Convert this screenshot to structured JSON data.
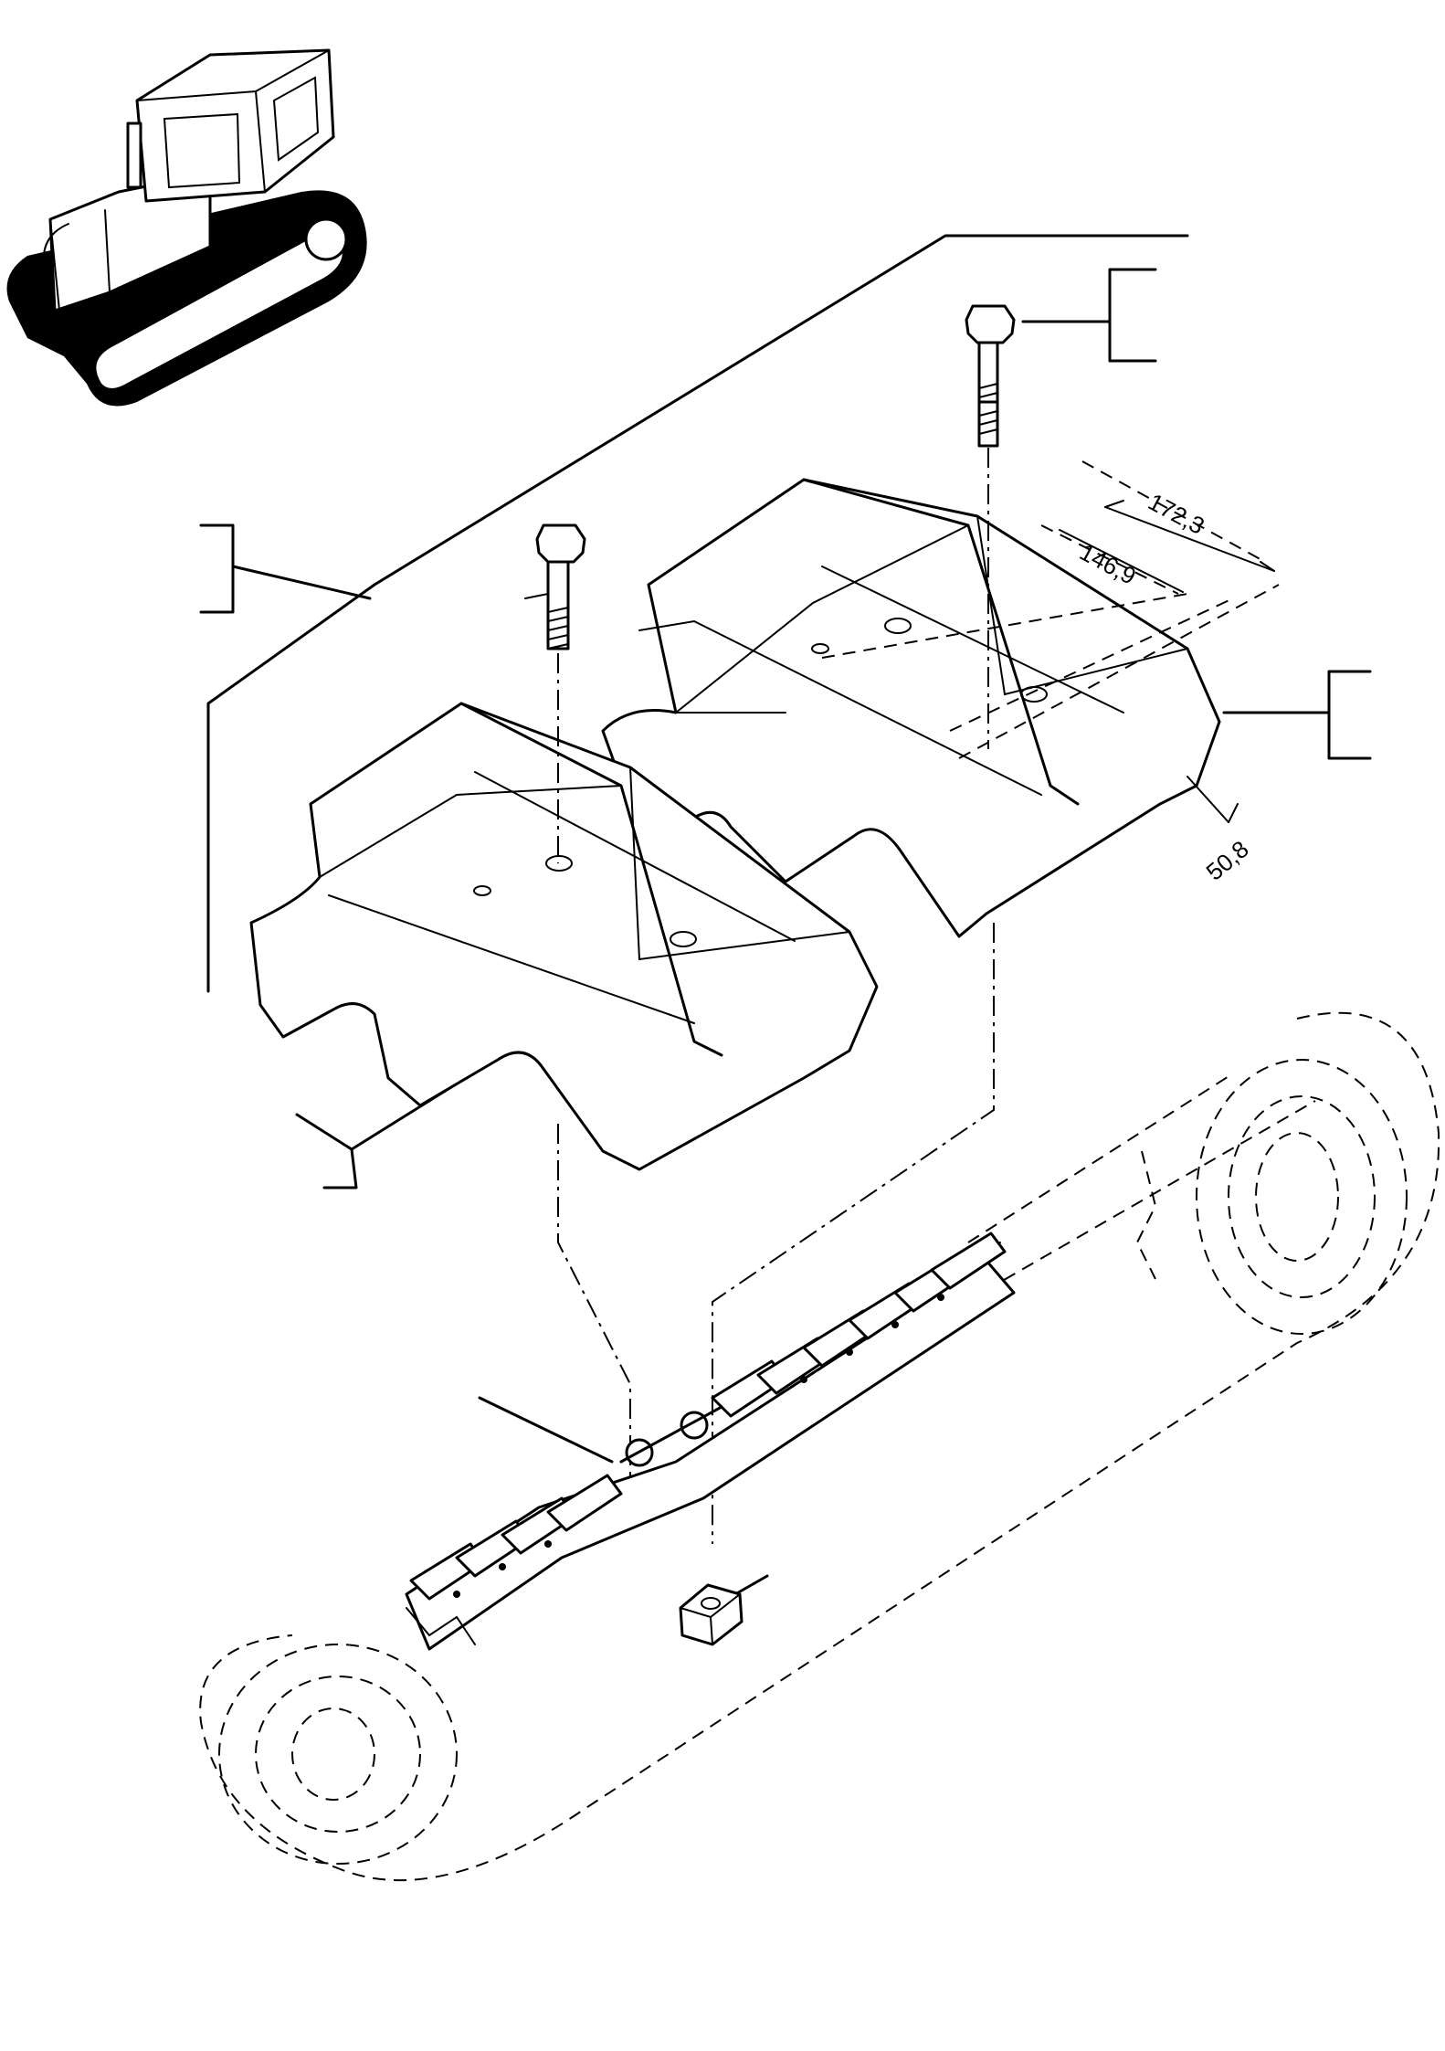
{
  "dimensions": {
    "shoe_width_outer": "172,3",
    "bolt_hole_spacing": "146,9",
    "hole_offset": "50,8"
  }
}
